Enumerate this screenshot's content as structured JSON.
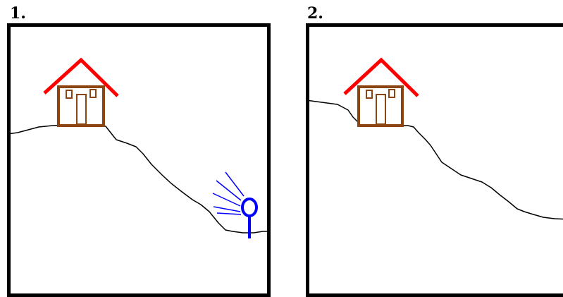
{
  "panels": [
    {
      "label": "1."
    },
    {
      "label": "2."
    }
  ],
  "colors": {
    "frame": "#000000",
    "roof": "#ff0000",
    "house": "#8b4513",
    "tree": "#0000ff",
    "ground": "#000000"
  },
  "icons": [
    "house-icon",
    "tree-icon",
    "hillside-line"
  ]
}
